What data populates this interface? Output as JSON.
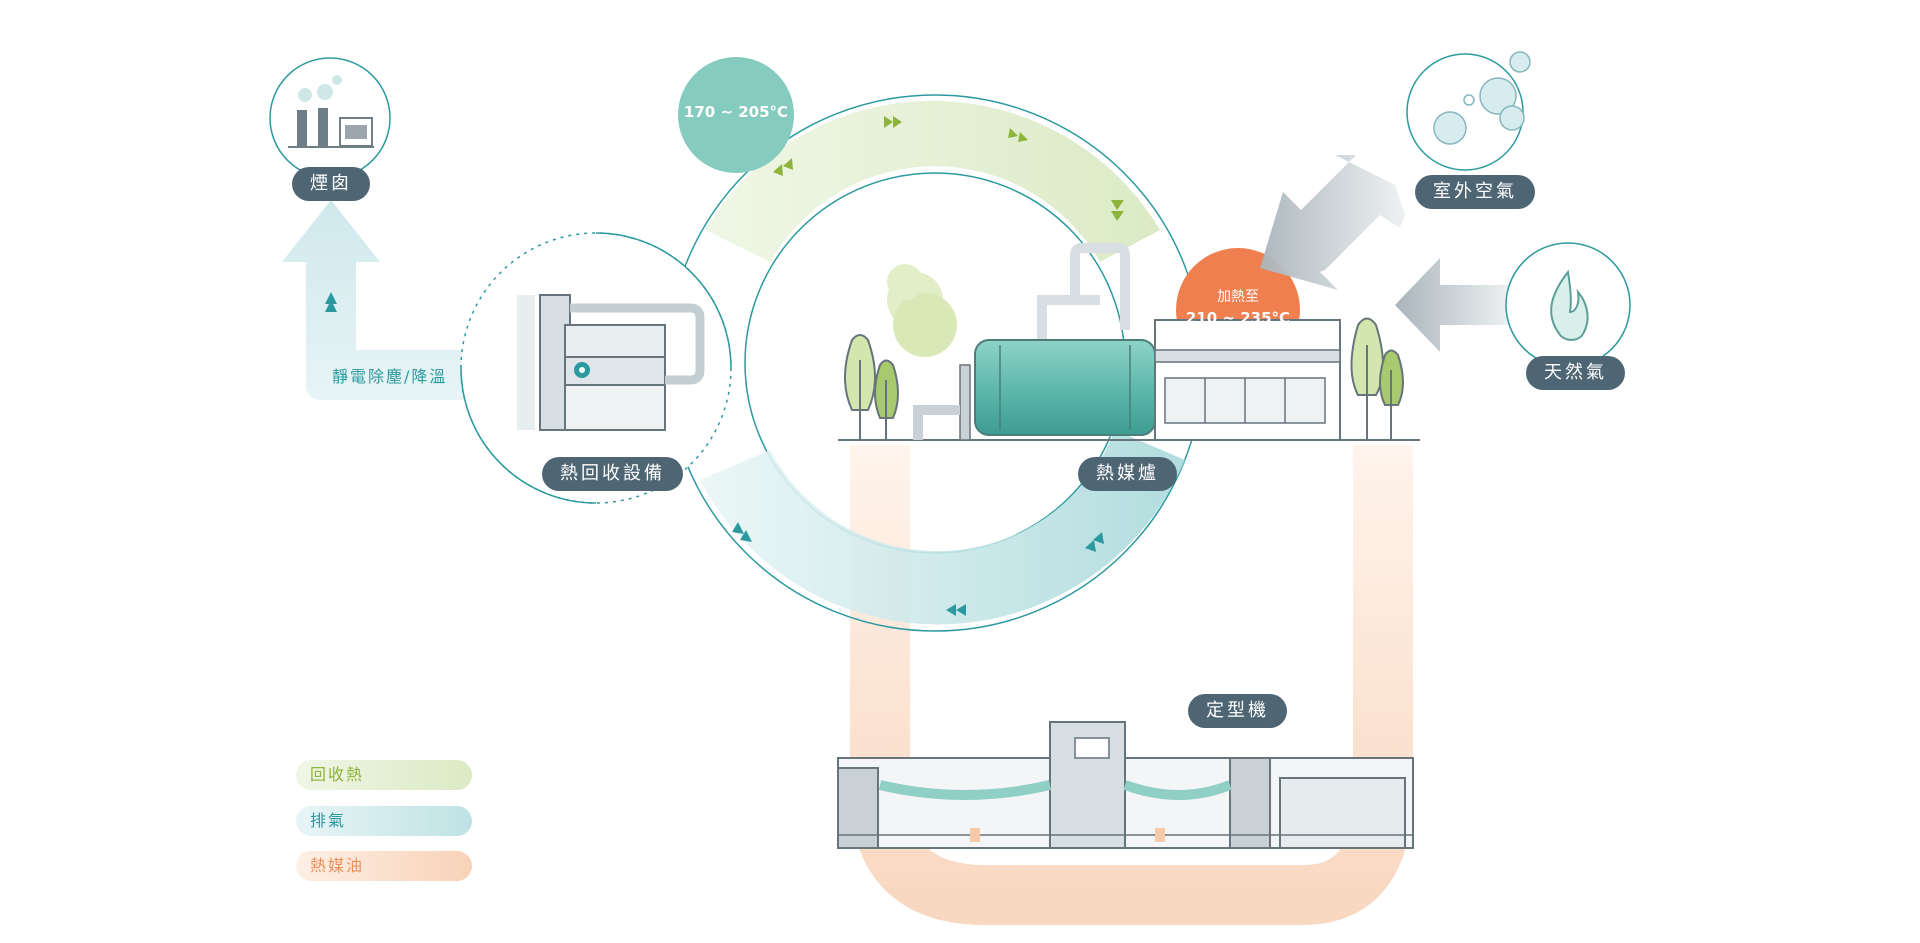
{
  "nodes": {
    "chimney": "煙囱",
    "heat_recovery": "熱回收設備",
    "thermal_oil_furnace": "熱媒爐",
    "outdoor_air": "室外空氣",
    "natural_gas": "天然氣",
    "stenter": "定型機"
  },
  "labels": {
    "precipitator": "靜電除塵/降溫",
    "recovery_temp": "170 ~ 205°C",
    "heat_to_prefix": "加熱至",
    "heat_to_temp": "210 ~ 235°C"
  },
  "legend": [
    {
      "label": "回收熱",
      "color": "#8db43b",
      "bg": "#e6efcf"
    },
    {
      "label": "排氣",
      "color": "#2b9aa0",
      "bg": "#cfeaea"
    },
    {
      "label": "熱媒油",
      "color": "#ec8f5d",
      "bg": "#fbe0cc"
    }
  ],
  "colors": {
    "teal": "#2b9aa0",
    "teal_circle": "#86cbbf",
    "orange_circle": "#ef7f4f",
    "green_flow": "#cfe2b3",
    "orange_flow": "#f9dcc6",
    "pill": "#4e6573"
  },
  "icons": [
    "factory-icon",
    "bubbles-icon",
    "flame-icon",
    "gear-icon",
    "tree-icon"
  ]
}
